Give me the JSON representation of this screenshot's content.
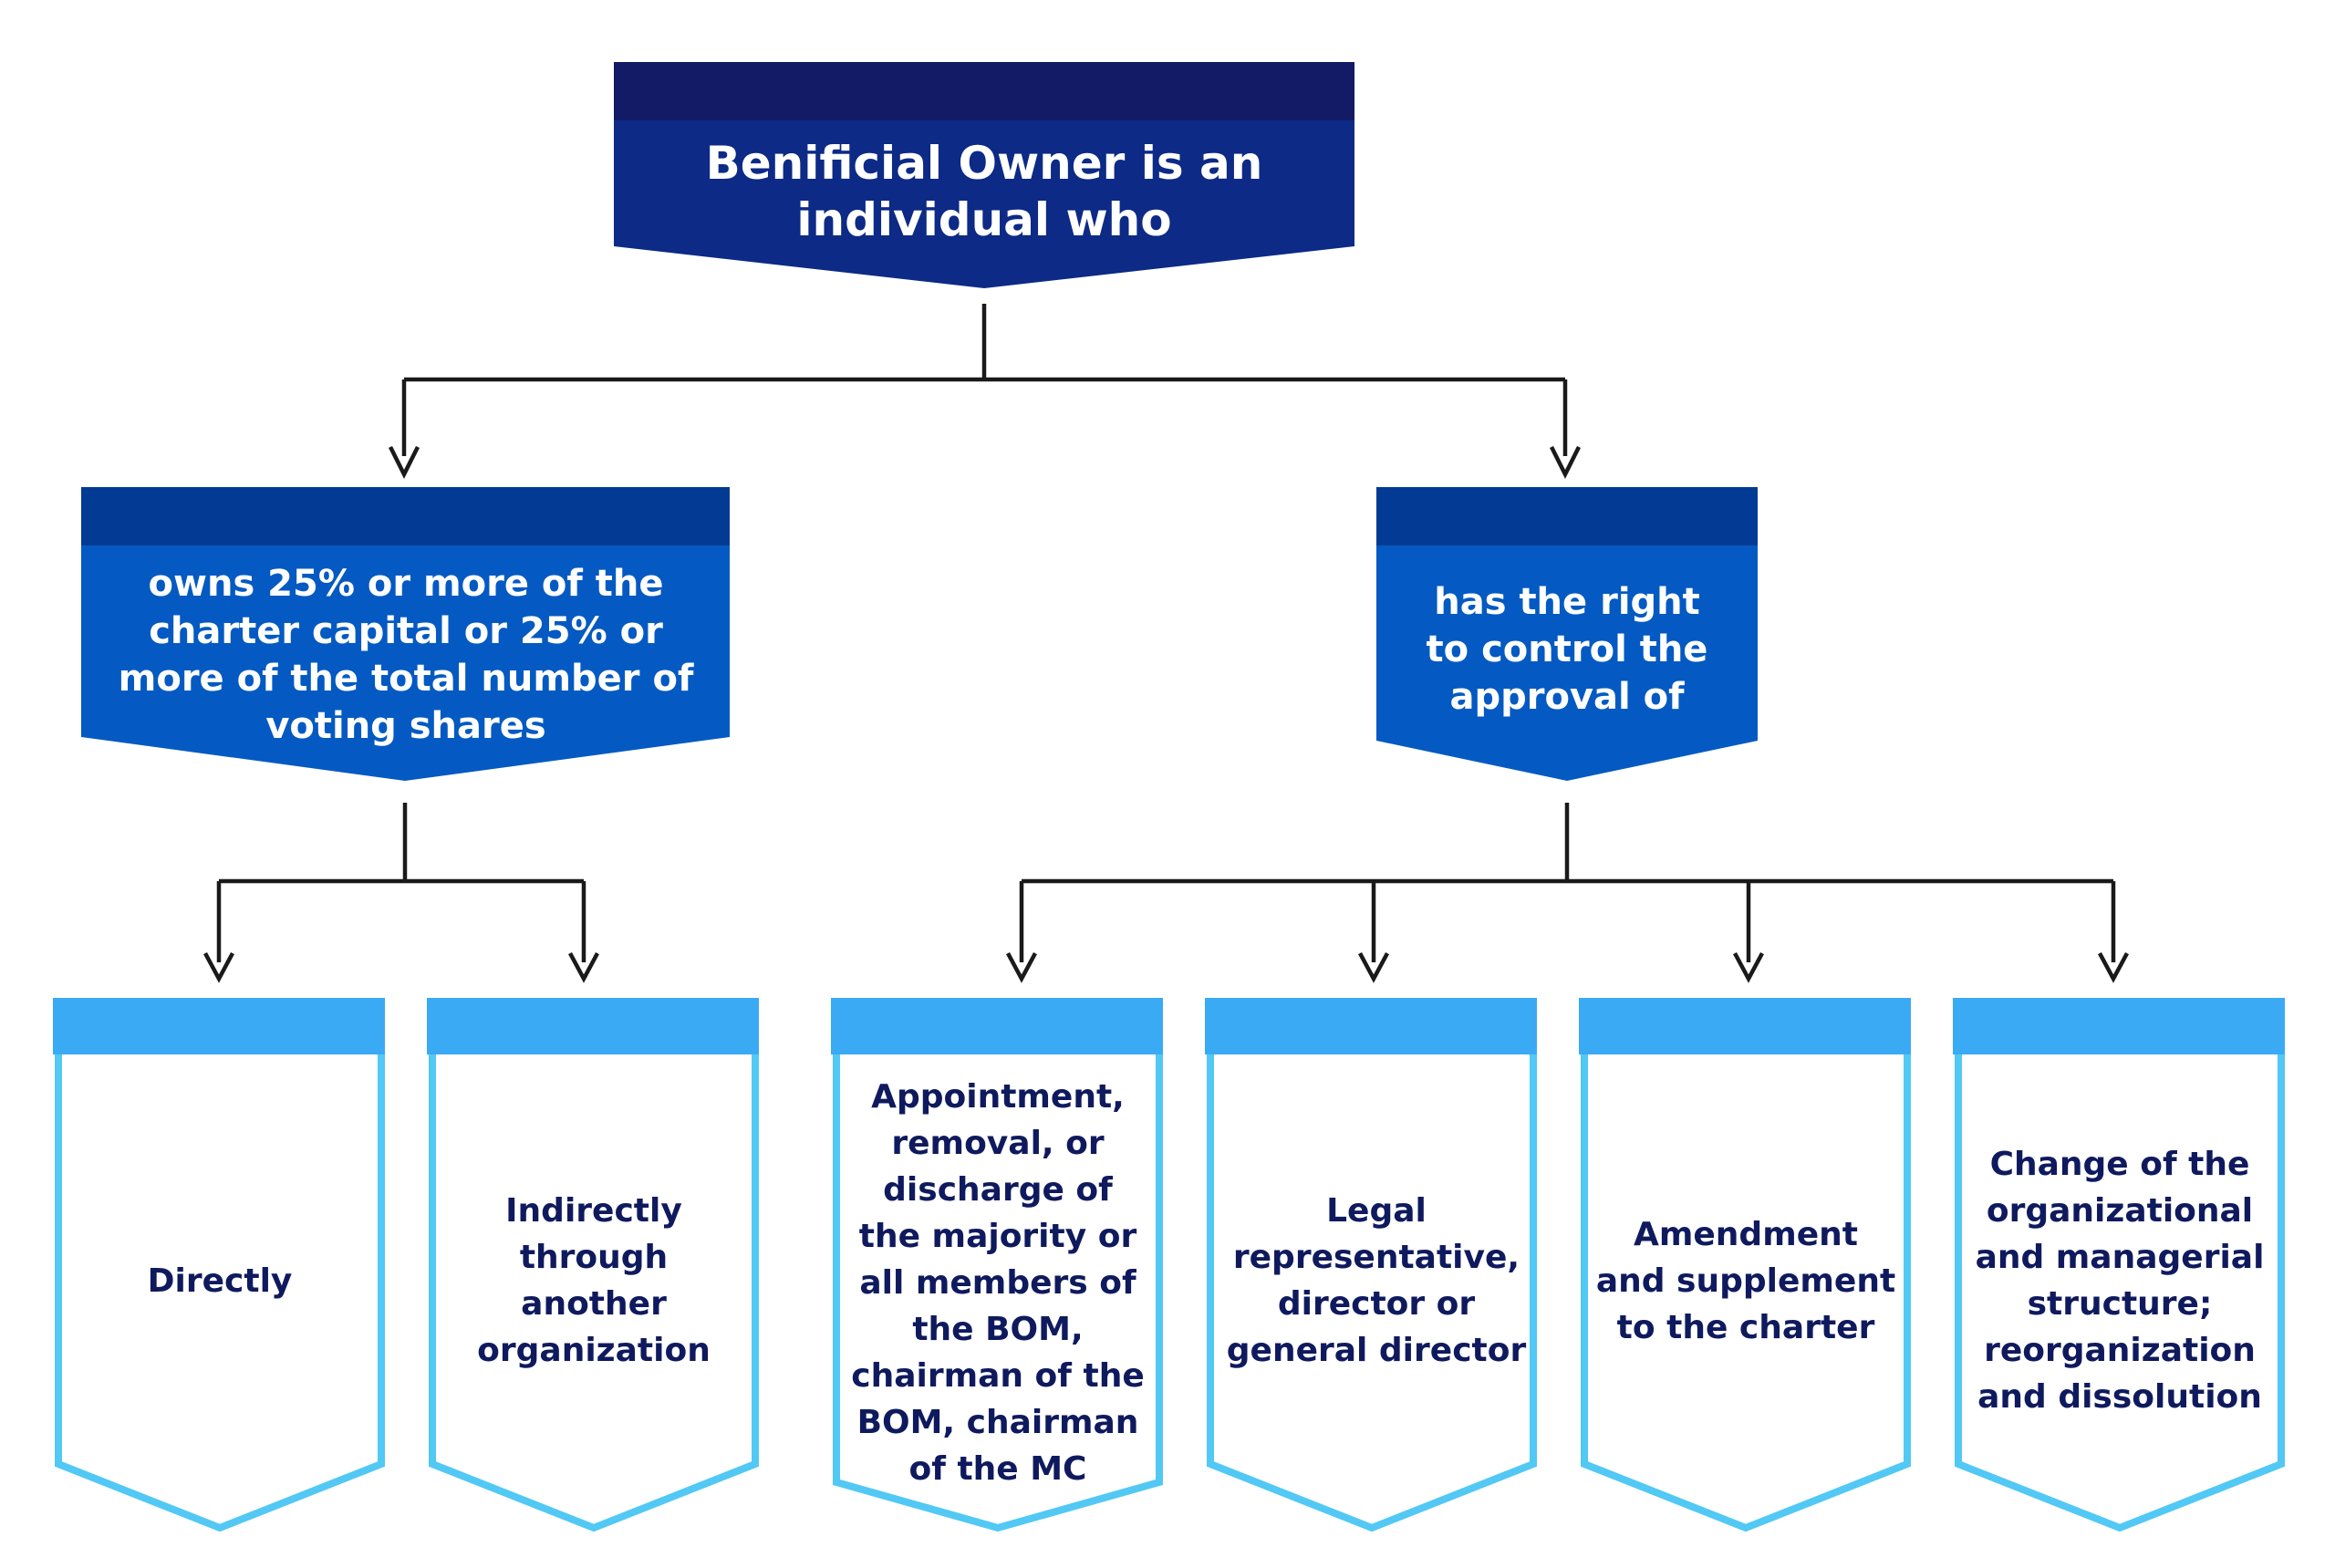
{
  "colors": {
    "top_band": "#131a66",
    "top_body": "#0c2a86",
    "mid_band": "#033a93",
    "mid_body": "#045ac2",
    "leaf_band": "#3aaaf5",
    "leaf_border": "#52c8f5",
    "connector": "#1a1a1a",
    "leaf_text": "#0f1a5e",
    "box_text": "#ffffff"
  },
  "root": {
    "text": "Benificial Owner is an individual who"
  },
  "left": {
    "text": "owns 25% or more of the charter capital or 25% or more of the total number of voting shares"
  },
  "right": {
    "text": "has the right to control the approval of"
  },
  "leaves": [
    {
      "text": "Directly"
    },
    {
      "text": "Indirectly through another organization"
    },
    {
      "text": "Appointment, removal, or discharge of the majority or all members of the BOM, chairman of the BOM, chairman of the MC"
    },
    {
      "text": "Legal representative, director or general director"
    },
    {
      "text": "Amendment and supplement to the charter"
    },
    {
      "text": "Change of the organizational and managerial structure; reorganization and dissolution"
    }
  ]
}
